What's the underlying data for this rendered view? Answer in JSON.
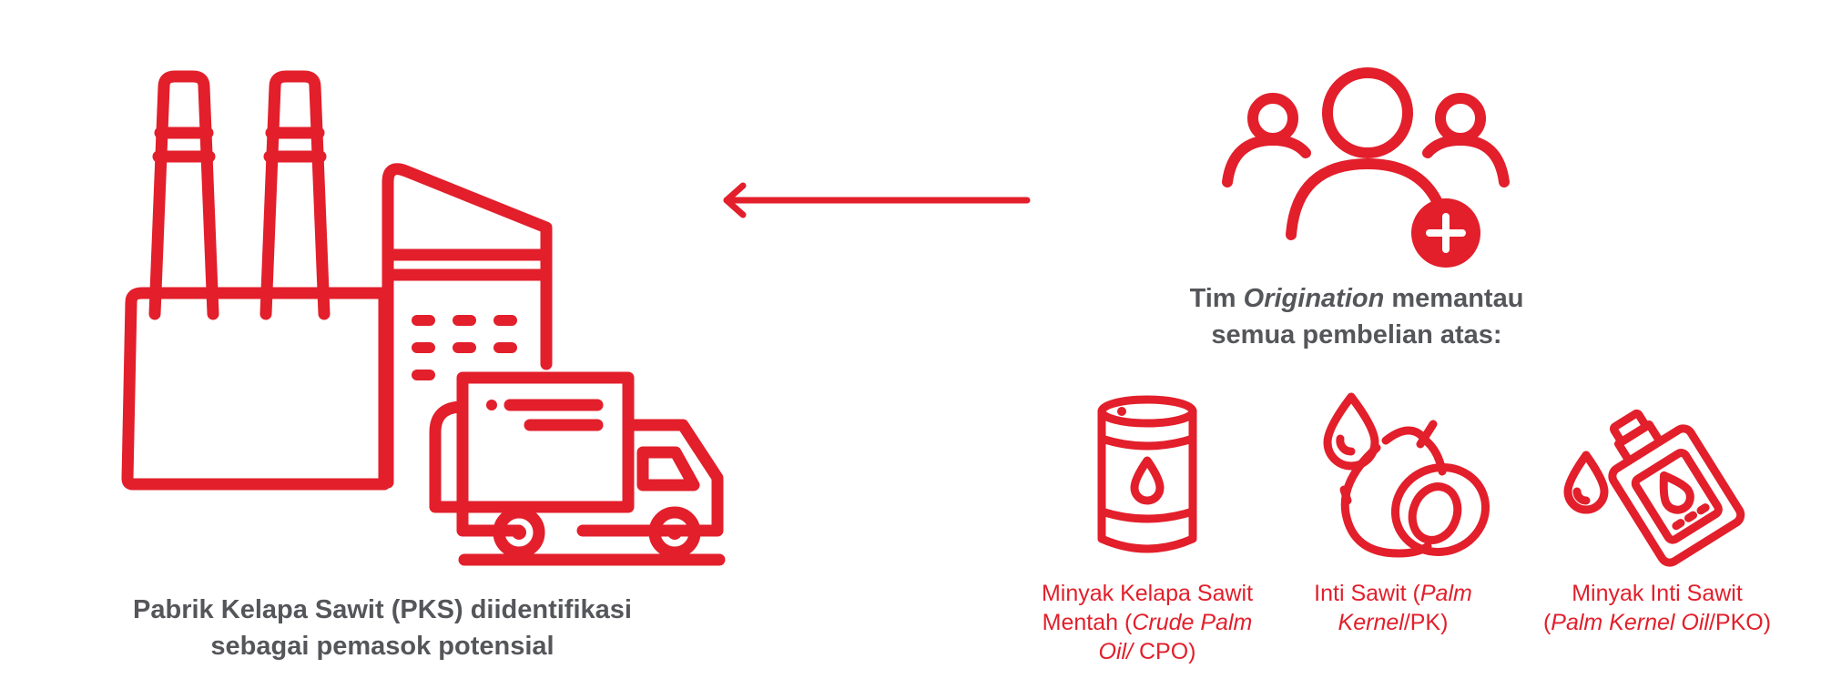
{
  "colors": {
    "accent": "#e21f2b",
    "text": "#55565a"
  },
  "factory": {
    "caption_line1": "Pabrik Kelapa Sawit (PKS) diidentifikasi",
    "caption_line2": "sebagai pemasok potensial"
  },
  "team": {
    "caption_pre": "Tim ",
    "caption_italic": "Origination",
    "caption_post": " memantau",
    "caption_line2": "semua pembelian atas:"
  },
  "products": {
    "cpo": {
      "line1": "Minyak Kelapa Sawit",
      "line2_pre": "Mentah (",
      "line2_italic": "Crude Palm",
      "line3_italic": "Oil/",
      "line3_post": " CPO)"
    },
    "pk": {
      "line1_pre": "Inti Sawit (",
      "line1_italic": "Palm",
      "line2_italic": "Kernel",
      "line2_post": "/PK)"
    },
    "pko": {
      "line1": "Minyak Inti Sawit",
      "line2_pre": "(",
      "line2_italic": "Palm Kernel Oil",
      "line2_post": "/PKO)"
    }
  },
  "icons": [
    "factory-icon",
    "delivery-truck-icon",
    "arrow-left-icon",
    "add-team-icon",
    "oil-barrel-icon",
    "palm-kernel-icon",
    "oil-jerrycan-icon"
  ]
}
